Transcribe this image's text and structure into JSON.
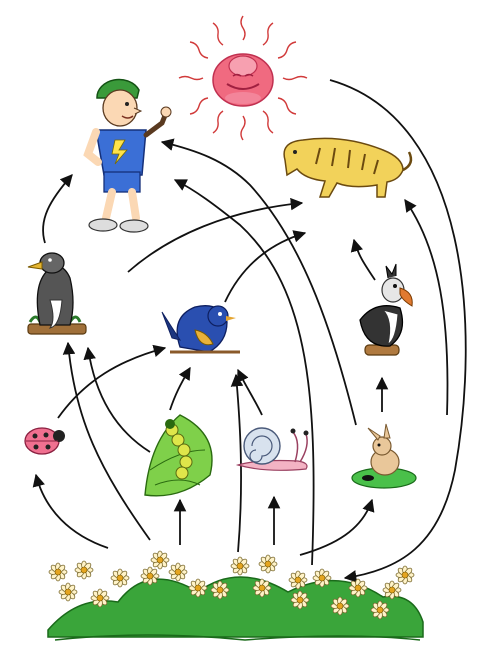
{
  "diagram": {
    "type": "food-web",
    "organisms": [
      {
        "id": "sun",
        "icon": "sun-icon"
      },
      {
        "id": "cyclist",
        "icon": "cyclist-icon"
      },
      {
        "id": "tiger",
        "icon": "tiger-icon"
      },
      {
        "id": "eagle",
        "icon": "eagle-icon"
      },
      {
        "id": "songbird",
        "icon": "songbird-icon"
      },
      {
        "id": "vulture",
        "icon": "vulture-icon"
      },
      {
        "id": "ladybug",
        "icon": "ladybug-icon"
      },
      {
        "id": "caterpillar",
        "icon": "caterpillar-icon"
      },
      {
        "id": "snail",
        "icon": "snail-icon"
      },
      {
        "id": "rabbit",
        "icon": "rabbit-icon"
      },
      {
        "id": "flowers",
        "icon": "flower-meadow-icon"
      }
    ],
    "arrows": [
      {
        "from": "sun",
        "to": "flowers"
      },
      {
        "from": "flowers",
        "to": "ladybug"
      },
      {
        "from": "flowers",
        "to": "eagle"
      },
      {
        "from": "flowers",
        "to": "caterpillar"
      },
      {
        "from": "flowers",
        "to": "songbird"
      },
      {
        "from": "flowers",
        "to": "snail"
      },
      {
        "from": "flowers",
        "to": "rabbit"
      },
      {
        "from": "flowers",
        "to": "cyclist"
      },
      {
        "from": "ladybug",
        "to": "songbird"
      },
      {
        "from": "caterpillar",
        "to": "songbird"
      },
      {
        "from": "caterpillar",
        "to": "eagle"
      },
      {
        "from": "snail",
        "to": "songbird"
      },
      {
        "from": "rabbit",
        "to": "vulture"
      },
      {
        "from": "rabbit",
        "to": "cyclist"
      },
      {
        "from": "eagle",
        "to": "cyclist"
      },
      {
        "from": "eagle",
        "to": "tiger"
      },
      {
        "from": "songbird",
        "to": "tiger"
      },
      {
        "from": "vulture",
        "to": "tiger"
      }
    ],
    "colors": {
      "arrow": "#111111",
      "grass": "#3aa53a",
      "sun": "#f06a80",
      "tiger": "#f2d25a"
    }
  }
}
